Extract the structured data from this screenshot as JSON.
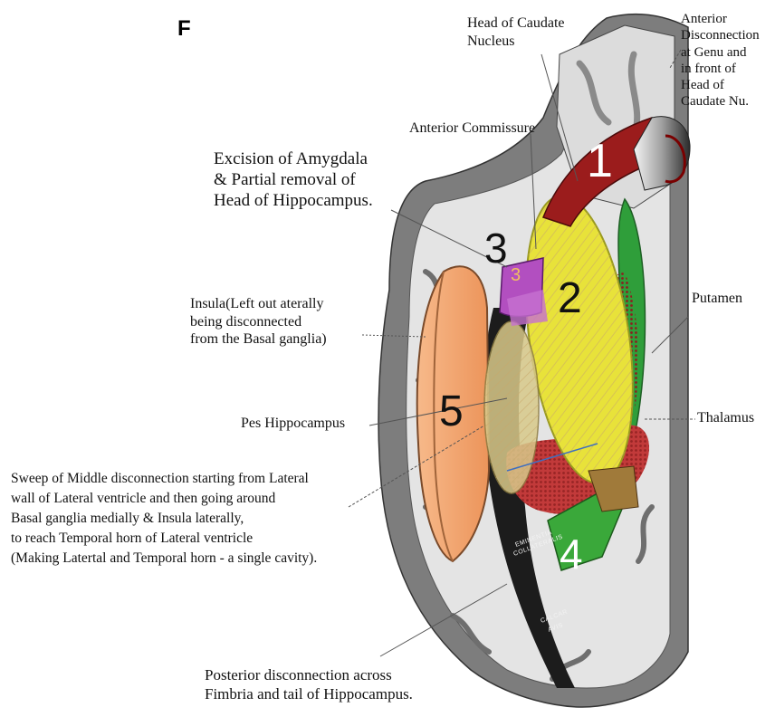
{
  "panel_letter": "F",
  "labels": {
    "head_caudate": "Head of Caudate\nNucleus",
    "anterior_disconnection": "Anterior\nDisconnection\nat Genu and\nin front of\nHead of\nCaudate Nu.",
    "anterior_commissure": "Anterior Commissure",
    "excision_amygdala": "Excision of Amygdala\n& Partial removal of\nHead of Hippocampus.",
    "insula": "Insula(Left out aterally\nbeing disconnected\nfrom the Basal ganglia)",
    "putamen": "Putamen",
    "thalamus": "Thalamus",
    "pes_hippocampus": "Pes Hippocampus",
    "middle_sweep": "Sweep of Middle disconnection starting from Lateral\nwall of Lateral ventricle and then going around\nBasal ganglia medially & Insula laterally,\nto reach Temporal horn of Lateral ventricle\n(Making Latertal and Temporal horn - a single cavity).",
    "posterior_disconnection": "Posterior disconnection across\nFimbria and tail of Hippocampus."
  },
  "zone_numbers": {
    "one": "1",
    "two": "2",
    "three": "3",
    "three_small": "3",
    "four": "4",
    "five": "5"
  },
  "micro_labels": {
    "eminentia": "EMINENTIA",
    "collateralis": "COLLATERALIS",
    "calcar": "CALCAR",
    "avis": "AVIS"
  },
  "colors": {
    "zone1_red": "#9b1c1c",
    "zone2_yellow": "#e8e23a",
    "zone3_purple": "#b24fc0",
    "zone4_green": "#3aa83a",
    "zone5_orange": "#f3a46c",
    "putamen_green": "#2f9e3a",
    "thalamus_red": "#c23a3a",
    "cortex_gray": "#8a8a8a",
    "white_matter": "#e6e6e6"
  }
}
